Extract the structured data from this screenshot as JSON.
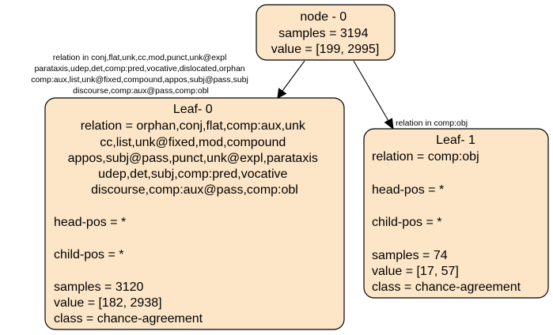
{
  "colors": {
    "node_fill": "#fde6c8",
    "node_stroke": "#000000",
    "edge": "#000000"
  },
  "nodes": {
    "root": {
      "lines": [
        "node - 0",
        "samples = 3194",
        "value = [199, 2995]"
      ]
    },
    "leaf0": {
      "title": "Leaf- 0",
      "relation_lines": [
        "relation = orphan,conj,flat,comp:aux,unk",
        "cc,list,unk@fixed,mod,compound",
        "appos,subj@pass,punct,unk@expl,parataxis",
        "udep,det,subj,comp:pred,vocative",
        "discourse,comp:aux@pass,comp:obl"
      ],
      "head_pos": "head-pos = *",
      "child_pos": "child-pos = *",
      "samples": "samples = 3120",
      "value": "value = [182, 2938]",
      "class": "class = chance-agreement"
    },
    "leaf1": {
      "title": "Leaf- 1",
      "relation_lines": [
        "relation = comp:obj"
      ],
      "head_pos": "head-pos = *",
      "child_pos": "child-pos = *",
      "samples": "samples = 74",
      "value": "value = [17, 57]",
      "class": "class = chance-agreement"
    }
  },
  "edges": {
    "to_leaf0": {
      "label_lines": [
        "relation in conj,flat,unk,cc,mod,punct,unk@expl",
        "parataxis,udep,det,comp:pred,vocative,dislocated,orphan",
        "comp:aux,list,unk@fixed,compound,appos,subj@pass,subj",
        "discourse,comp:aux@pass,comp:obl"
      ]
    },
    "to_leaf1": {
      "label_lines": [
        "relation in comp:obj"
      ]
    }
  }
}
